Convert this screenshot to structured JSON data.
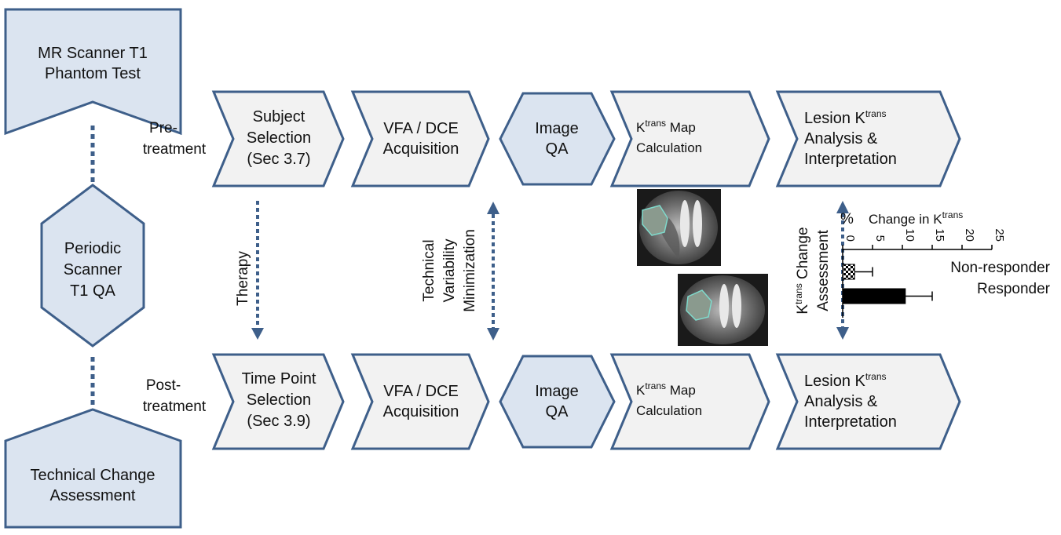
{
  "colors": {
    "light_fill": "#dbe4f0",
    "grey_fill": "#f2f2f2",
    "stroke": "#3e5f8a",
    "arrow": "#3e5f8a",
    "bar_dark": "#000000"
  },
  "left_column": {
    "top": {
      "line1": "MR Scanner T1",
      "line2": "Phantom Test"
    },
    "middle": {
      "line1": "Periodic",
      "line2": "Scanner",
      "line3": "T1 QA"
    },
    "bottom": {
      "line1": "Technical Change",
      "line2": "Assessment"
    }
  },
  "labels": {
    "pre_line1": "Pre-",
    "pre_line2": "treatment",
    "post_line1": "Post-",
    "post_line2": "treatment",
    "therapy": "Therapy",
    "tech_line1": "Technical",
    "tech_line2": "Variability",
    "tech_line3": "Minimization"
  },
  "pre_row": {
    "subject": {
      "line1": "Subject",
      "line2": "Selection",
      "line3": "(Sec 3.7)"
    },
    "vfa": {
      "line1": "VFA / DCE",
      "line2": "Acquisition"
    },
    "qa": {
      "line1": "Image",
      "line2": "QA"
    },
    "ktrans_map": {
      "k": "K",
      "sup": "trans",
      "rest": " Map",
      "line2": "Calculation"
    },
    "lesion": {
      "pre": "Lesion K",
      "sup": "trans",
      "line2": "Analysis &",
      "line3": "Interpretation"
    }
  },
  "post_row": {
    "timepoint": {
      "line1": "Time Point",
      "line2": "Selection",
      "line3": "(Sec 3.9)"
    },
    "vfa": {
      "line1": "VFA / DCE",
      "line2": "Acquisition"
    },
    "qa": {
      "line1": "Image",
      "line2": "QA"
    },
    "ktrans_map": {
      "k": "K",
      "sup": "trans",
      "rest": " Map",
      "line2": "Calculation"
    },
    "lesion": {
      "pre": "Lesion K",
      "sup": "trans",
      "line2": "Analysis &",
      "line3": "Interpretation"
    }
  },
  "assessment": {
    "k": "K",
    "sup": "trans",
    "rest": " Change",
    "line2": "Assessment"
  },
  "chart_data": {
    "type": "bar",
    "orientation": "horizontal",
    "title_pre": "Change in K",
    "title_sup": "trans",
    "percent_label": "%",
    "xlim": [
      0,
      25
    ],
    "ticks": [
      "0",
      "5",
      "10",
      "15",
      "20",
      "25"
    ],
    "tick_values": [
      0,
      5,
      10,
      15,
      20,
      25
    ],
    "categories": [
      "Non-responder",
      "Responder"
    ],
    "values": [
      2.0,
      10.5
    ],
    "errors": [
      3.0,
      4.5
    ],
    "patterns": [
      "checkered",
      "solid"
    ]
  }
}
